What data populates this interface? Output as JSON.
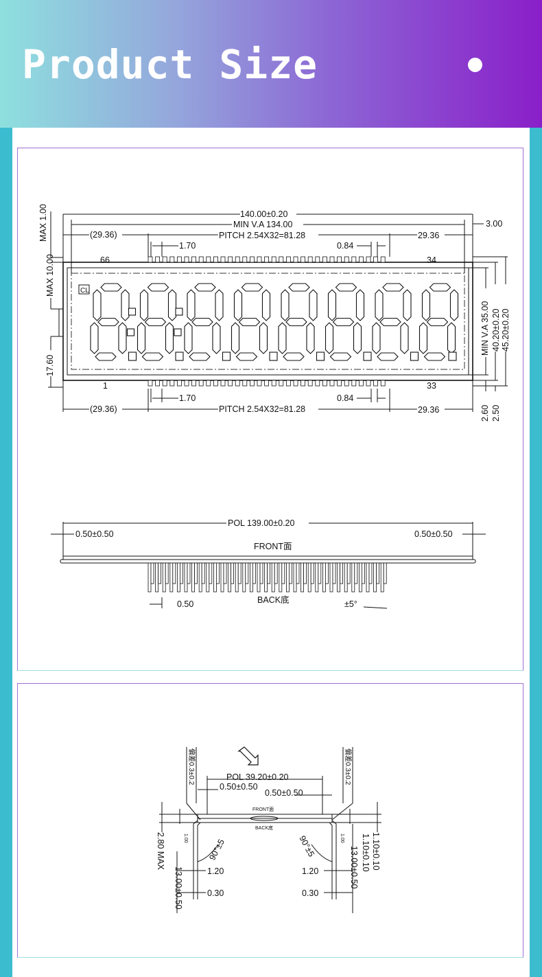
{
  "header": {
    "title": "Product Size",
    "gradient": [
      "#8ee0de",
      "#8a1fc9"
    ]
  },
  "colors": {
    "side_bar": "#3bbccf",
    "panel_border": "#9f6fd6"
  },
  "drawing_top": {
    "overall_width": "140.00±0.20",
    "min_va_width": "MIN  V.A  134.00",
    "right_offset": "3.00",
    "left_margin_top": "(29.36)",
    "pitch_top": "PITCH  2.54X32=81.28",
    "right_margin_top": "29.36",
    "pin_width_top": "1.70",
    "pin_gap_top": "0.84",
    "pin_first_top": "66",
    "pin_last_top": "34",
    "max_1": "MAX  1.00",
    "max_10": "MAX  10.00",
    "height_17_60": "17.60",
    "min_va_height": "MIN  V.A  35.00",
    "height_40_20": "40.20±0.20",
    "height_45_20": "45.20±0.20",
    "cl_label": "CL",
    "pin_first_bottom": "1",
    "pin_last_bottom": "33",
    "pin_width_bottom": "1.70",
    "pin_gap_bottom": "0.84",
    "left_margin_bottom": "(29.36)",
    "pitch_bottom": "PITCH  2.54X32=81.28",
    "right_margin_bottom": "29.36",
    "dim_2_60": "2.60",
    "dim_2_50": "2.50"
  },
  "drawing_side": {
    "pol_width": "POL  139.00±0.20",
    "pol_left": "0.50±0.50",
    "pol_right": "0.50±0.50",
    "front_label": "FRONT面",
    "back_label": "BACK底",
    "pin_dim": "0.50",
    "angle": "±5°"
  },
  "drawing_end": {
    "pol_width": "POL  39.20±0.20",
    "pol_left": "0.50±0.50",
    "pol_right": "0.50±0.50",
    "front_label": "FRONT面",
    "back_label": "BACK底",
    "left_note": "偏差0.3±0.2",
    "right_note": "偏差0.3±0.2",
    "max_2_80": "2.80  MAX",
    "thk_1_00_left": "1.00",
    "thk_1_00_right": "1.00",
    "angle_left": "90°±5",
    "angle_right": "90°±5",
    "pin_1_20_left": "1.20",
    "pin_1_20_right": "1.20",
    "pin_0_30_left": "0.30",
    "pin_0_30_right": "0.30",
    "len_left": "13.00±0.50",
    "len_right": "13.00±0.50",
    "glass_1": "1.10±0.10",
    "glass_2": "1.10±0.10"
  }
}
